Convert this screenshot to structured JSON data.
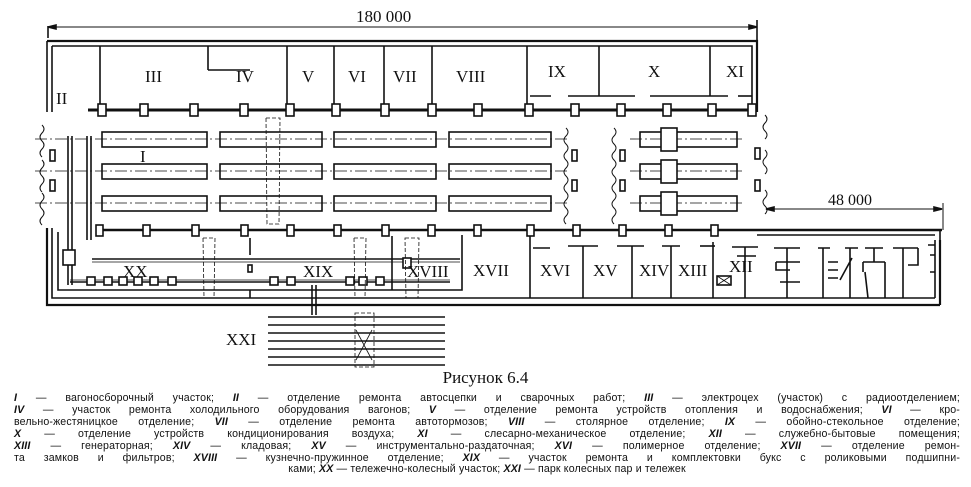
{
  "figure": {
    "caption": "Рисунок 6.4",
    "dimensions": {
      "overall_length": "180 000",
      "annex_length": "48 000"
    },
    "zone_labels": {
      "I": "I",
      "II": "II",
      "III": "III",
      "IV": "IV",
      "V": "V",
      "VI": "VI",
      "VII": "VII",
      "VIII": "VIII",
      "IX": "IX",
      "X": "X",
      "XI": "XI",
      "XII": "XII",
      "XIII": "XIII",
      "XIV": "XIV",
      "XV": "XV",
      "XVI": "XVI",
      "XVII": "XVII",
      "XVIII": "XVIII",
      "XIX": "XIX",
      "XX": "XX",
      "XXI": "XXI"
    }
  },
  "legend": {
    "rows": [
      [
        {
          "num": "I",
          "text": " — вагоносборочный участок; "
        },
        {
          "num": "II",
          "text": " — отделение ремонта автосцепки и сварочных работ; "
        },
        {
          "num": "III",
          "text": " — электроцех (участок) с радиоотделением;"
        }
      ],
      [
        {
          "num": "IV",
          "text": " — участок ремонта холодильного оборудования вагонов; "
        },
        {
          "num": "V",
          "text": " — отделение ремонта устройств отопления и водоснабжения; "
        },
        {
          "num": "VI",
          "text": " — кро-"
        }
      ],
      [
        {
          "num": "",
          "text": "вельно-жестяницкое отделение; "
        },
        {
          "num": "VII",
          "text": " — отделение ремонта автотормозов; "
        },
        {
          "num": "VIII",
          "text": " — столярное отделение; "
        },
        {
          "num": "IX",
          "text": " — обойно-стекольное отделение;"
        }
      ],
      [
        {
          "num": "X",
          "text": " — отделение устройств кондиционирования воздуха; "
        },
        {
          "num": "XI",
          "text": " — слесарно-механическое отделение; "
        },
        {
          "num": "XII",
          "text": " — служебно-бытовые помещения;"
        }
      ],
      [
        {
          "num": "XIII",
          "text": " — генераторная; "
        },
        {
          "num": "XIV",
          "text": " — кладовая; "
        },
        {
          "num": "XV",
          "text": " — инструментально-раздаточная; "
        },
        {
          "num": "XVI",
          "text": " — полимерное отделение; "
        },
        {
          "num": "XVII",
          "text": " — отделение ремон-"
        }
      ],
      [
        {
          "num": "",
          "text": "та замков и фильтров; "
        },
        {
          "num": "XVIII",
          "text": " — кузнечно-пружинное отделение; "
        },
        {
          "num": "XIX",
          "text": " — участок ремонта и комплектовки букс с роликовыми подшипни-"
        }
      ],
      [
        {
          "num": "",
          "text": "ками; "
        },
        {
          "num": "XX",
          "text": " — тележечно-колесный участок; "
        },
        {
          "num": "XXI",
          "text": " — парк колесных пар и тележек"
        }
      ]
    ]
  }
}
